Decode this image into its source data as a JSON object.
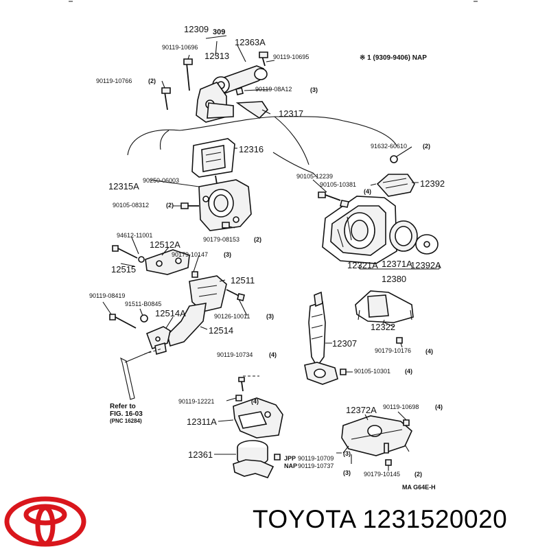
{
  "header_note": "※ 1 (9309-9406) NAP",
  "brand_text": "TOYOTA 1231520020",
  "logo_icon": "toyota-logo-icon",
  "logo_color": "#d9161c",
  "footer_code": "MA G64E-H",
  "refer_note": {
    "line1": "Refer to",
    "line2": "FIG. 16-03",
    "line3": "(PNC 16284)"
  },
  "labels": [
    {
      "id": "l1",
      "text": "12309"
    },
    {
      "id": "l2",
      "text": "309"
    },
    {
      "id": "l3",
      "text": "12363A"
    },
    {
      "id": "l4",
      "text": "90119-10696"
    },
    {
      "id": "l5",
      "text": "12313"
    },
    {
      "id": "l6",
      "text": "90119-10695"
    },
    {
      "id": "l7",
      "text": "90119-10766"
    },
    {
      "id": "l8",
      "text": "(2)"
    },
    {
      "id": "l9",
      "text": "90119-08A12"
    },
    {
      "id": "l10",
      "text": "(3)"
    },
    {
      "id": "l11",
      "text": "12317"
    },
    {
      "id": "l12",
      "text": "91632-60610"
    },
    {
      "id": "l13",
      "text": "(2)"
    },
    {
      "id": "l14",
      "text": "12316"
    },
    {
      "id": "l15",
      "text": "90105-12239"
    },
    {
      "id": "l16",
      "text": "90105-10381"
    },
    {
      "id": "l17",
      "text": "(4)"
    },
    {
      "id": "l18",
      "text": "12392"
    },
    {
      "id": "l19",
      "text": "12315A"
    },
    {
      "id": "l20",
      "text": "90250-06003"
    },
    {
      "id": "l21",
      "text": "90105-08312"
    },
    {
      "id": "l22",
      "text": "(2)"
    },
    {
      "id": "l23",
      "text": "90179-08153"
    },
    {
      "id": "l24",
      "text": "(2)"
    },
    {
      "id": "l25",
      "text": "94612-11001"
    },
    {
      "id": "l26",
      "text": "12512A"
    },
    {
      "id": "l27",
      "text": "90179-10147"
    },
    {
      "id": "l28",
      "text": "(3)"
    },
    {
      "id": "l29",
      "text": "12515"
    },
    {
      "id": "l30",
      "text": "12321A"
    },
    {
      "id": "l31",
      "text": "12371A"
    },
    {
      "id": "l32",
      "text": "12392A"
    },
    {
      "id": "l33",
      "text": "12380"
    },
    {
      "id": "l34",
      "text": "12511"
    },
    {
      "id": "l35",
      "text": "90119-08419"
    },
    {
      "id": "l36",
      "text": "91511-B0845"
    },
    {
      "id": "l37",
      "text": "12514A"
    },
    {
      "id": "l38",
      "text": "90126-10011"
    },
    {
      "id": "l39",
      "text": "(3)"
    },
    {
      "id": "l40",
      "text": "12514"
    },
    {
      "id": "l41",
      "text": "12322"
    },
    {
      "id": "l42",
      "text": "12307"
    },
    {
      "id": "l43",
      "text": "90179-10176"
    },
    {
      "id": "l44",
      "text": "(4)"
    },
    {
      "id": "l45",
      "text": "90119-10734"
    },
    {
      "id": "l46",
      "text": "(4)"
    },
    {
      "id": "l47",
      "text": "90105-10301"
    },
    {
      "id": "l48",
      "text": "(4)"
    },
    {
      "id": "l49",
      "text": "90119-12221"
    },
    {
      "id": "l50",
      "text": "(4)"
    },
    {
      "id": "l51",
      "text": "12372A"
    },
    {
      "id": "l52",
      "text": "90119-10698"
    },
    {
      "id": "l53",
      "text": "(4)"
    },
    {
      "id": "l54",
      "text": "12311A"
    },
    {
      "id": "l55",
      "text": "12361"
    },
    {
      "id": "l56",
      "text": "JPP"
    },
    {
      "id": "l57",
      "text": "90119-10709"
    },
    {
      "id": "l58",
      "text": "NAP"
    },
    {
      "id": "l59",
      "text": "90119-10737"
    },
    {
      "id": "l60",
      "text": "(3)"
    },
    {
      "id": "l61",
      "text": "(3)"
    },
    {
      "id": "l62",
      "text": "90179-10145"
    },
    {
      "id": "l63",
      "text": "(2)"
    }
  ]
}
